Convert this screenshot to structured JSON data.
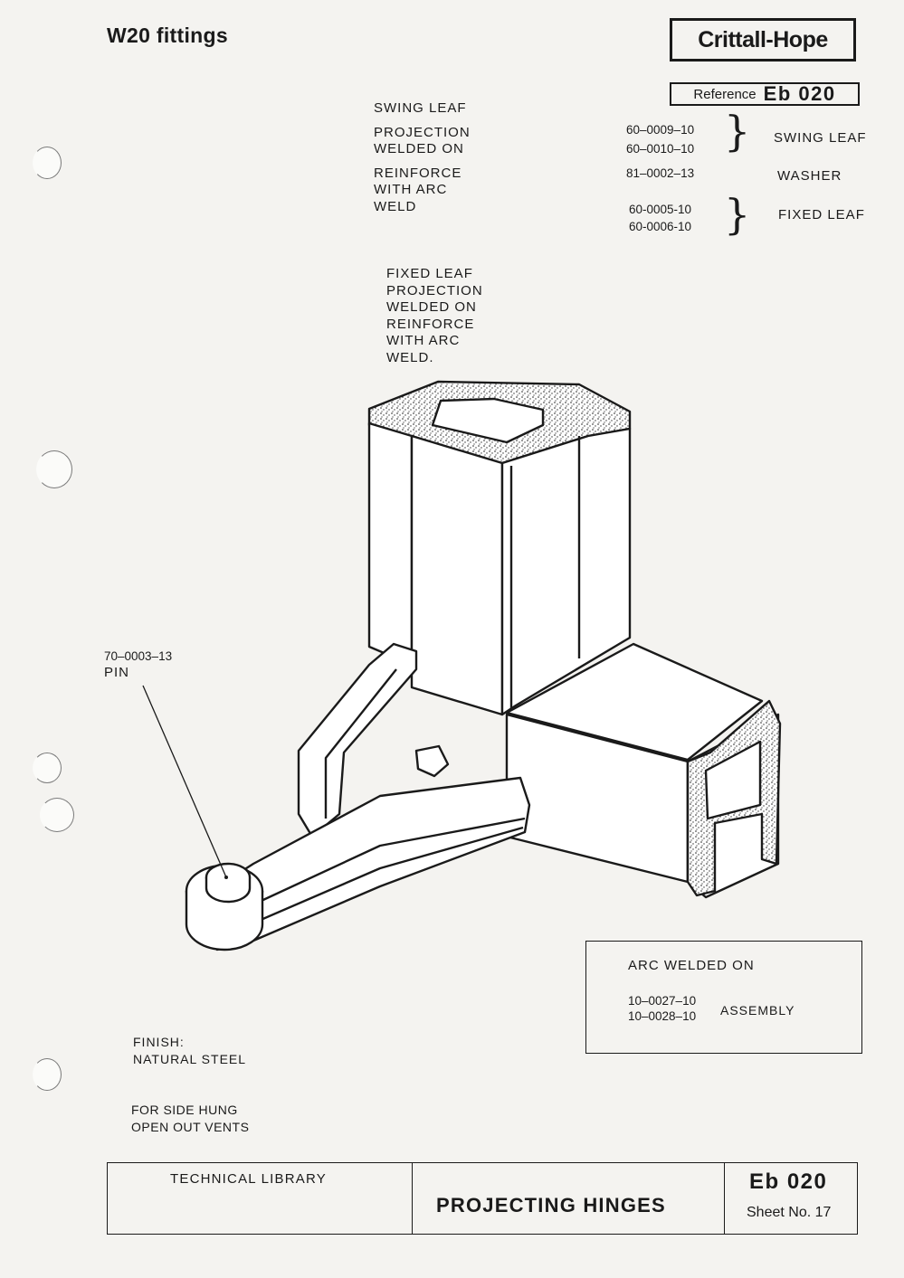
{
  "header": {
    "title": "W20 fittings",
    "brand": "Crittall-Hope",
    "reference_label": "Reference",
    "reference_code": "Eb 020"
  },
  "swing_leaf_note": [
    "SWING LEAF",
    "PROJECTION",
    "WELDED ON",
    "REINFORCE",
    "WITH ARC",
    "WELD"
  ],
  "fixed_leaf_note": [
    "FIXED LEAF",
    "PROJECTION",
    "WELDED ON",
    "REINFORCE",
    "WITH ARC",
    "WELD."
  ],
  "parts": {
    "swing_leaf": {
      "codes": [
        "60–0009–10",
        "60–0010–10"
      ],
      "label": "SWING LEAF"
    },
    "washer": {
      "code": "81–0002–13",
      "label": "WASHER"
    },
    "fixed_leaf": {
      "codes": [
        "60-0005-10",
        "60-0006-10"
      ],
      "label": "FIXED LEAF"
    }
  },
  "pin": {
    "code": "70–0003–13",
    "label": "PIN"
  },
  "arc_welded": {
    "heading": "ARC WELDED ON",
    "codes": [
      "10–0027–10",
      "10–0028–10"
    ],
    "label": "ASSEMBLY"
  },
  "finish": {
    "line1": "FINISH:",
    "line2": "NATURAL STEEL"
  },
  "usage": {
    "line1": "FOR SIDE HUNG",
    "line2": "OPEN OUT VENTS"
  },
  "footer": {
    "library": "TECHNICAL LIBRARY",
    "title": "PROJECTING HINGES",
    "code": "Eb 020",
    "sheet": "Sheet No. 17"
  },
  "icons": {
    "brace": "right-curly-brace",
    "binder_hole": "punched-hole"
  }
}
